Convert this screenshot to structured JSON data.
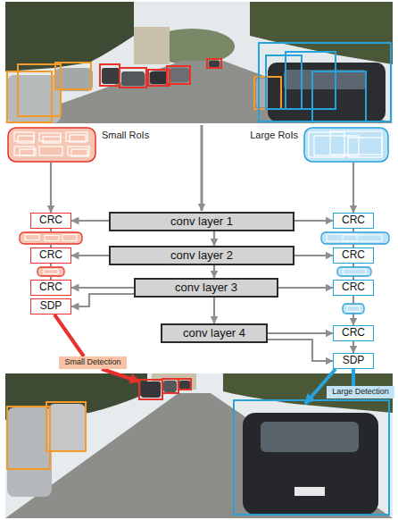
{
  "diagram": {
    "nodes": [
      {
        "text": [
          "Small RoIs"
        ]
      },
      {
        "text": [
          "Large RoIs"
        ]
      },
      {
        "text": [
          "CRC"
        ]
      },
      {
        "text": [
          "conv layer 1"
        ]
      },
      {
        "text": [
          "CRC"
        ]
      },
      {
        "text": [
          "CRC"
        ]
      },
      {
        "text": [
          "conv layer 2"
        ]
      },
      {
        "text": [
          "CRC"
        ]
      },
      {
        "text": [
          "CRC"
        ]
      },
      {
        "text": [
          "conv layer 3"
        ]
      },
      {
        "text": [
          "CRC"
        ]
      },
      {
        "text": [
          "SDP"
        ]
      },
      {
        "text": [
          "conv layer 4"
        ]
      },
      {
        "text": [
          "CRC"
        ]
      },
      {
        "text": [
          "SDP"
        ]
      },
      {
        "text": [
          "Small Detection"
        ]
      },
      {
        "text": [
          "Large Detection"
        ]
      }
    ],
    "edges": [
      {
        "from": 0,
        "to": 2,
        "arrow": "to"
      },
      {
        "from": 1,
        "to": 4,
        "arrow": "to"
      },
      {
        "from": 3,
        "to": 2,
        "arrow": "to"
      },
      {
        "from": 3,
        "to": 4,
        "arrow": "to"
      },
      {
        "from": 3,
        "to": 6,
        "arrow": "to"
      },
      {
        "from": 6,
        "to": 5,
        "arrow": "to"
      },
      {
        "from": 6,
        "to": 7,
        "arrow": "to"
      },
      {
        "from": 6,
        "to": 9,
        "arrow": "to"
      },
      {
        "from": 9,
        "to": 8,
        "arrow": "to"
      },
      {
        "from": 9,
        "to": 10,
        "arrow": "to"
      },
      {
        "from": 9,
        "to": 11,
        "arrow": "to"
      },
      {
        "from": 9,
        "to": 12,
        "arrow": "to"
      },
      {
        "from": 12,
        "to": 13,
        "arrow": "to"
      },
      {
        "from": 12,
        "to": 14,
        "arrow": "to"
      },
      {
        "from": 13,
        "to": 14,
        "arrow": "to"
      },
      {
        "from": 11,
        "to": 15,
        "arrow": "none"
      },
      {
        "from": 14,
        "to": 16,
        "arrow": "none"
      }
    ]
  }
}
